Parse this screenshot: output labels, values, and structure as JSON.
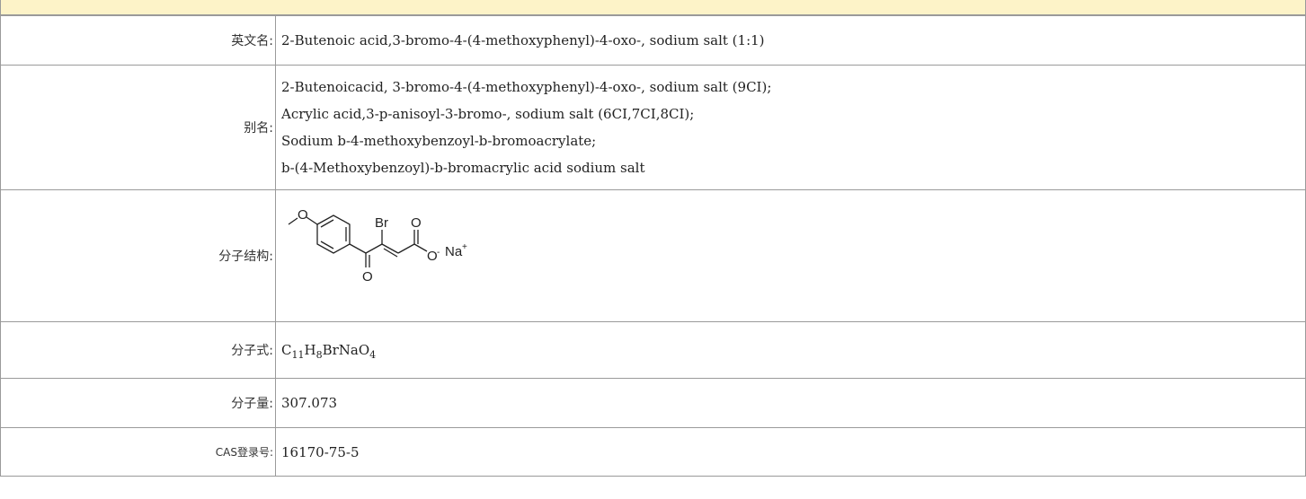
{
  "rows": {
    "english_name": {
      "label": "英文名:",
      "value": "2-Butenoic acid,3-bromo-4-(4-methoxyphenyl)-4-oxo-, sodium salt (1:1)"
    },
    "aliases": {
      "label": "别名:",
      "values": [
        "2-Butenoicacid, 3-bromo-4-(4-methoxyphenyl)-4-oxo-, sodium salt (9CI);",
        "Acrylic acid,3-p-anisoyl-3-bromo-, sodium salt (6CI,7CI,8CI);",
        "Sodium b-4-methoxybenzoyl-b-bromoacrylate;",
        "b-(4-Methoxybenzoyl)-b-bromacrylic acid sodium salt"
      ]
    },
    "structure": {
      "label": "分子结构:",
      "atoms": {
        "methoxy_o": "O",
        "bromine": "Br",
        "carbonyl_o_ketone": "O",
        "carbonyl_o_acid": "O",
        "oxide": "O",
        "oxide_charge": "-",
        "sodium": "Na",
        "sodium_charge": "+"
      }
    },
    "formula": {
      "label": "分子式:",
      "parts": [
        {
          "t": "C",
          "sub": "11"
        },
        {
          "t": "H",
          "sub": "8"
        },
        {
          "t": "BrNaO",
          "sub": "4"
        }
      ]
    },
    "molecular_weight": {
      "label": "分子量:",
      "value": "307.073"
    },
    "cas": {
      "label": "CAS登录号:",
      "value": "16170-75-5"
    }
  }
}
